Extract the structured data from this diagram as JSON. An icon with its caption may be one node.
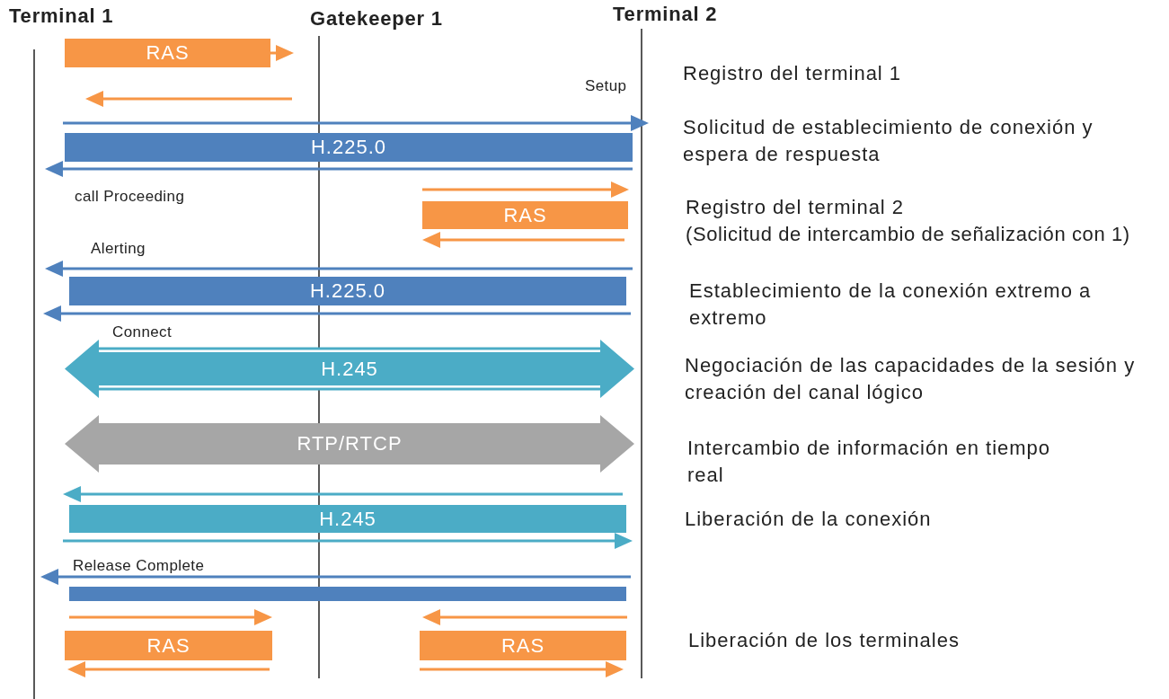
{
  "diagram": {
    "nodes": [
      {
        "text": [
          "RAS"
        ]
      },
      {
        "text": [
          "H.225.0"
        ]
      },
      {
        "text": [
          "RAS"
        ]
      },
      {
        "text": [
          "H.225.0"
        ]
      },
      {
        "text": [
          "H.245"
        ]
      },
      {
        "text": [
          "RTP/RTCP"
        ]
      },
      {
        "text": [
          "H.245"
        ]
      },
      {
        "text": [],
        "shape": "bar"
      },
      {
        "text": [
          "RAS"
        ]
      },
      {
        "text": [
          "RAS"
        ]
      }
    ],
    "labels": [
      "Terminal 1",
      "Gatekeeper 1",
      "Terminal 2",
      "Registro del terminal 1",
      "Setup",
      "Solicitud de establecimiento de conexión y espera de respuesta",
      "call Proceeding",
      "Registro del terminal 2",
      "(Solicitud de intercambio de señalización con 1)",
      "Alerting",
      "Establecimiento de la conexión extremo a extremo",
      "Connect",
      "Negociación de las capacidades de la sesión y creación del canal lógico",
      "Intercambio de información en tiempo real",
      "Liberación de la conexión",
      "Release Complete",
      "Liberación de los terminales"
    ]
  }
}
